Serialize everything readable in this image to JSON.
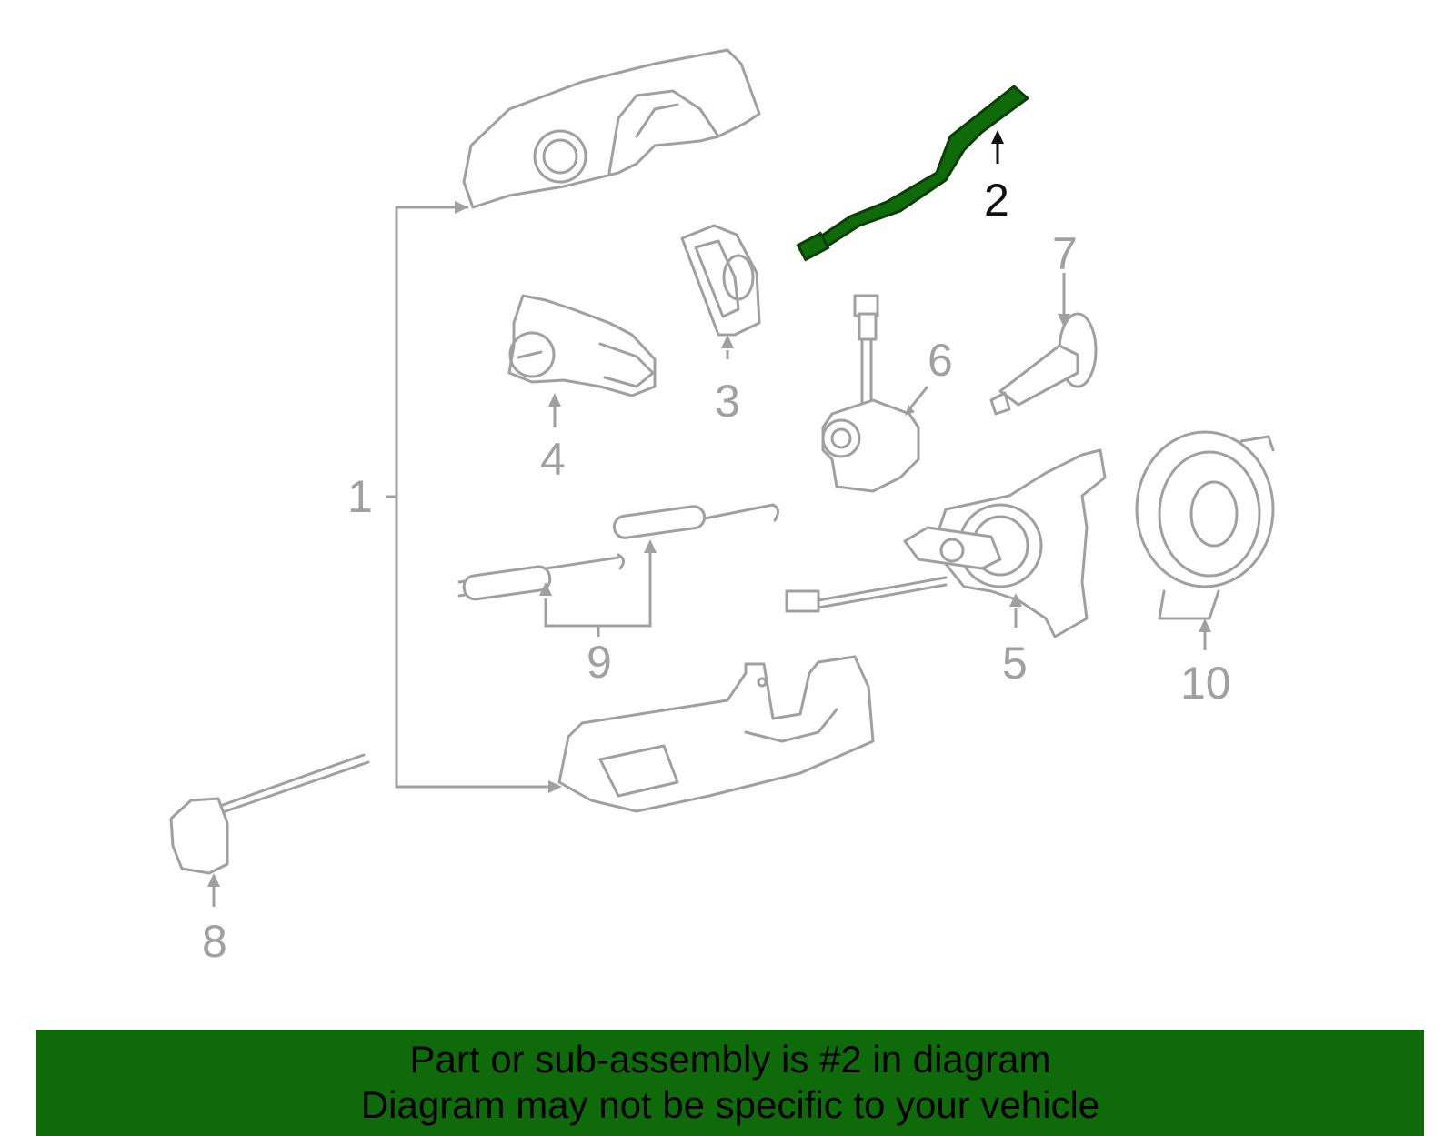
{
  "diagram": {
    "callouts": [
      "1",
      "2",
      "3",
      "4",
      "5",
      "6",
      "7",
      "8",
      "9",
      "10"
    ],
    "highlighted_part": "2",
    "highlight_color": "#0f6b0a",
    "outline_color": "#a0a0a0"
  },
  "banner": {
    "line1": "Part or sub-assembly is #2 in diagram",
    "line2": "Diagram may not be specific to your vehicle",
    "background": "#0f6b0a"
  }
}
